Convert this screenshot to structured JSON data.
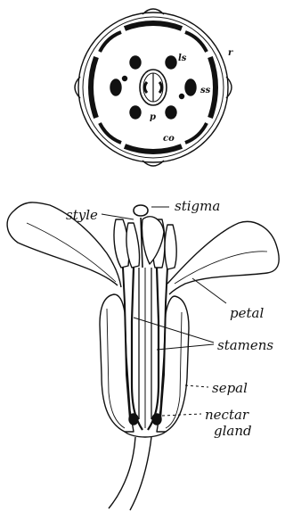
{
  "floral_diagram": {
    "labels": {
      "r": "r",
      "ls": "ls",
      "ss": "ss",
      "p": "p",
      "co": "co"
    }
  },
  "flower_section": {
    "labels": {
      "style": "style",
      "stigma": "stigma",
      "petal": "petal",
      "stamens": "stamens",
      "sepal": "sepal",
      "nectar_gland_line1": "nectar",
      "nectar_gland_line2": "gland"
    }
  },
  "colors": {
    "ink": "#111111",
    "paper": "#ffffff"
  }
}
